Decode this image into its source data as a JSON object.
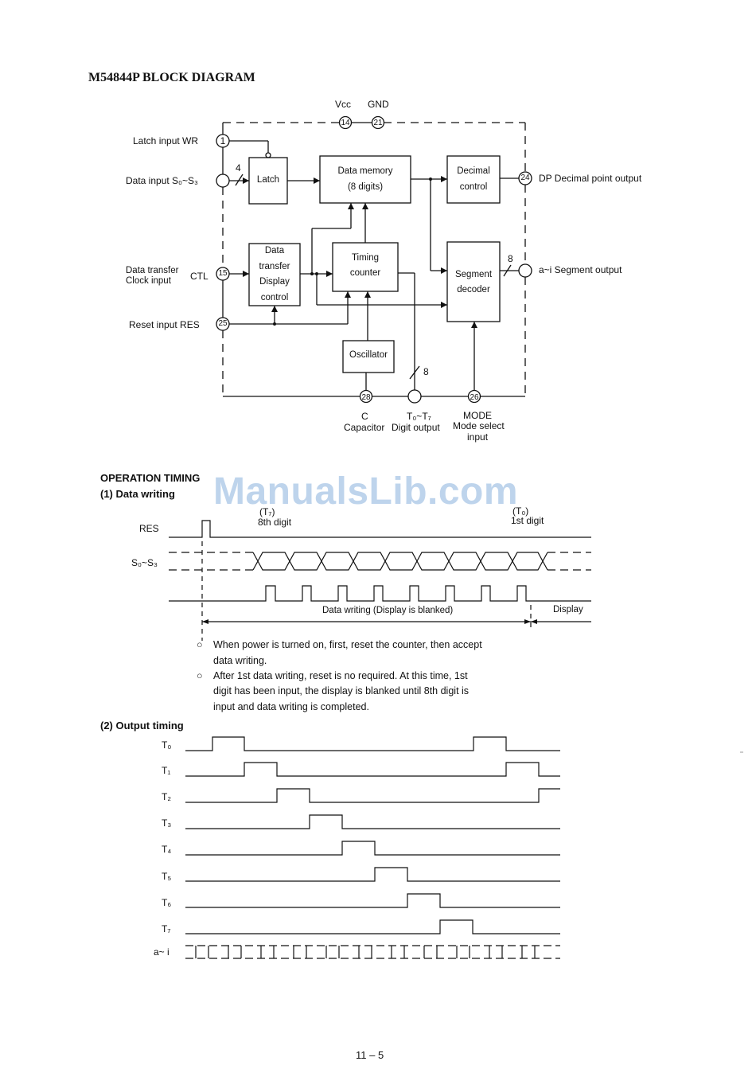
{
  "page": {
    "title": "M54844P BLOCK DIAGRAM",
    "footer": "11 – 5",
    "watermark": "ManualsLib.com"
  },
  "diagram": {
    "power": {
      "vcc": "Vcc",
      "gnd": "GND",
      "pin_vcc": "14",
      "pin_gnd": "21"
    },
    "inputs": [
      {
        "label": "Latch input  WR",
        "pin": "1"
      },
      {
        "label": "Data input S₀~S₃",
        "pin": ""
      },
      {
        "label_line1": "Data transfer",
        "label_line2": "Clock input",
        "tag": "CTL",
        "pin": "15"
      },
      {
        "label": "Reset input RES",
        "pin": "25"
      }
    ],
    "bus_width_4": "4",
    "bus_width_8a": "8",
    "bus_width_8b": "8",
    "blocks": {
      "latch": "Latch",
      "data_memory": [
        "Data memory",
        "(8 digits)"
      ],
      "decimal_control": [
        "Decimal",
        "control"
      ],
      "data_transfer": [
        "Data",
        "transfer",
        "Display",
        "control"
      ],
      "timing_counter": [
        "Timing",
        "counter"
      ],
      "segment_decoder": [
        "Segment",
        "decoder"
      ],
      "oscillator": "Oscillator"
    },
    "outputs": [
      {
        "pin": "24",
        "label": "DP Decimal point output"
      },
      {
        "pin": "",
        "label": "a~i Segment output"
      }
    ],
    "bottom": [
      {
        "pin": "28",
        "line1": "C",
        "line2": "Capacitor"
      },
      {
        "pin": "",
        "line1": "T₀~T₇",
        "line2": "Digit output"
      },
      {
        "pin": "26",
        "line1": "MODE",
        "line2": "Mode select",
        "line3": "input"
      }
    ]
  },
  "operation": {
    "heading": "OPERATION TIMING",
    "sub1": "(1)  Data writing",
    "signals1": [
      "RES",
      "S₀~S₃"
    ],
    "t7_label": [
      "(T₇)",
      "8th digit"
    ],
    "t0_label": [
      "(T₀)",
      "1st digit"
    ],
    "phase_writing": "Data writing (Display is blanked)",
    "phase_display": "Display",
    "bullets": [
      [
        "When power is turned on, first, reset the counter, then accept",
        "data writing."
      ],
      [
        "After 1st data writing, reset is no required.  At this time, 1st",
        "digit has been input, the display is blanked until 8th digit is",
        "input and data writing is completed."
      ]
    ],
    "sub2": "(2)  Output timing",
    "signals2": [
      "T₀",
      "T₁",
      "T₂",
      "T₃",
      "T₄",
      "T₅",
      "T₆",
      "T₇",
      "a~ i"
    ]
  }
}
